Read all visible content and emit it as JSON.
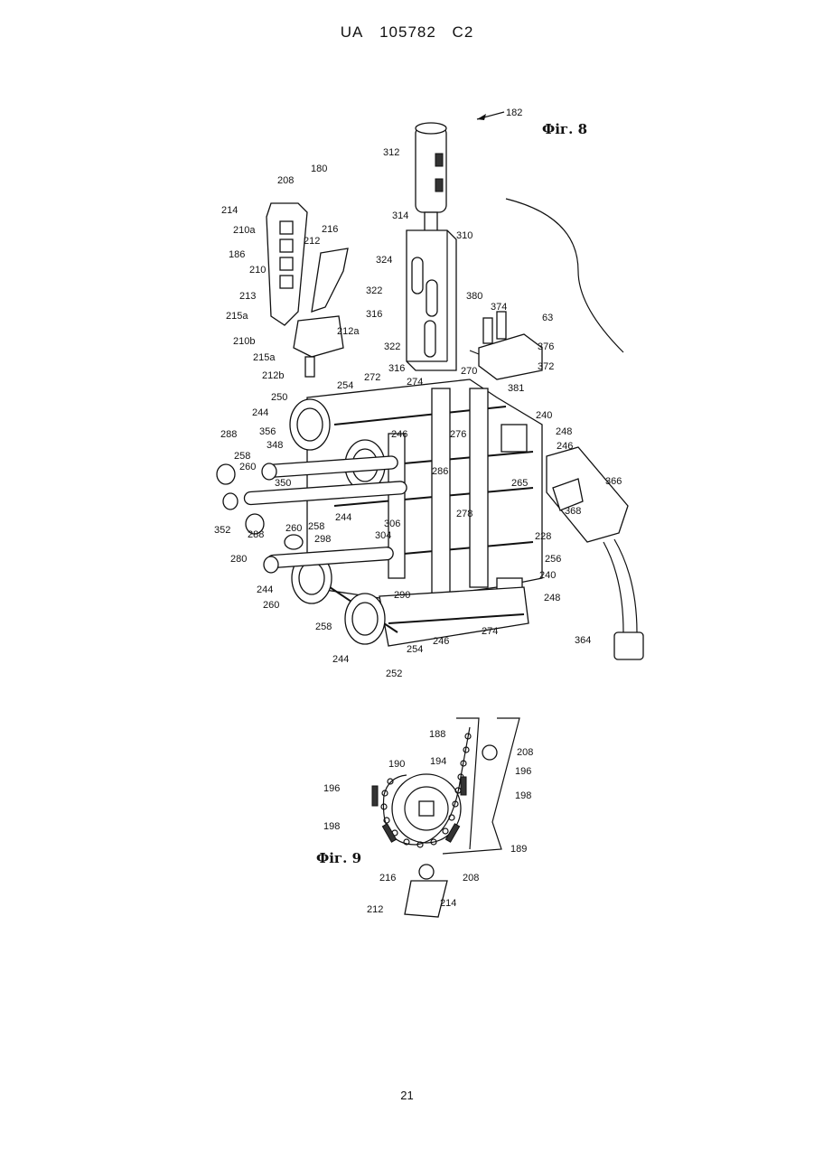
{
  "header": {
    "country": "UA",
    "number": "105782",
    "kind": "C2"
  },
  "page_number": "21",
  "figures": [
    {
      "title": "Фіг. 8"
    },
    {
      "title": "Фіг. 9"
    }
  ],
  "fig8_labels": [
    "182",
    "312",
    "180",
    "208",
    "214",
    "210a",
    "216",
    "212",
    "186",
    "314",
    "310",
    "324",
    "210",
    "322",
    "213",
    "316",
    "212a",
    "380",
    "374",
    "63",
    "215a",
    "210b",
    "215a",
    "322",
    "376",
    "212b",
    "316",
    "270",
    "372",
    "274",
    "272",
    "381",
    "254",
    "250",
    "240",
    "244",
    "248",
    "356",
    "246",
    "276",
    "288",
    "348",
    "246",
    "258",
    "260",
    "286",
    "265",
    "366",
    "350",
    "244",
    "278",
    "368",
    "352",
    "288",
    "260",
    "258",
    "306",
    "304",
    "298",
    "228",
    "280",
    "256",
    "240",
    "244",
    "290",
    "260",
    "248",
    "258",
    "274",
    "246",
    "364",
    "254",
    "244",
    "252"
  ],
  "fig9_labels": [
    "188",
    "208",
    "190",
    "194",
    "196",
    "196",
    "198",
    "198",
    "189",
    "216",
    "208",
    "214",
    "212"
  ]
}
